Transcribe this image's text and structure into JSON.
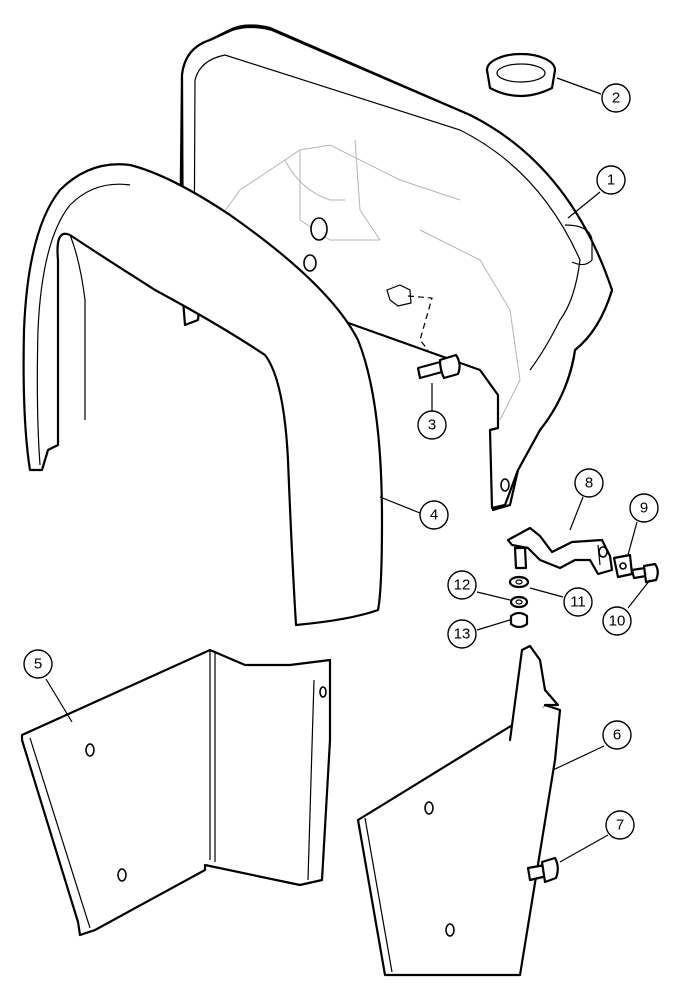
{
  "callouts": [
    {
      "id": "1",
      "label": "1"
    },
    {
      "id": "2",
      "label": "2"
    },
    {
      "id": "3",
      "label": "3"
    },
    {
      "id": "4",
      "label": "4"
    },
    {
      "id": "5",
      "label": "5"
    },
    {
      "id": "6",
      "label": "6"
    },
    {
      "id": "7",
      "label": "7"
    },
    {
      "id": "8",
      "label": "8"
    },
    {
      "id": "9",
      "label": "9"
    },
    {
      "id": "10",
      "label": "10"
    },
    {
      "id": "11",
      "label": "11"
    },
    {
      "id": "12",
      "label": "12"
    },
    {
      "id": "13",
      "label": "13"
    }
  ],
  "colors": {
    "line": "#000000",
    "background": "#ffffff",
    "hidden_line": "#b5b5b5"
  }
}
